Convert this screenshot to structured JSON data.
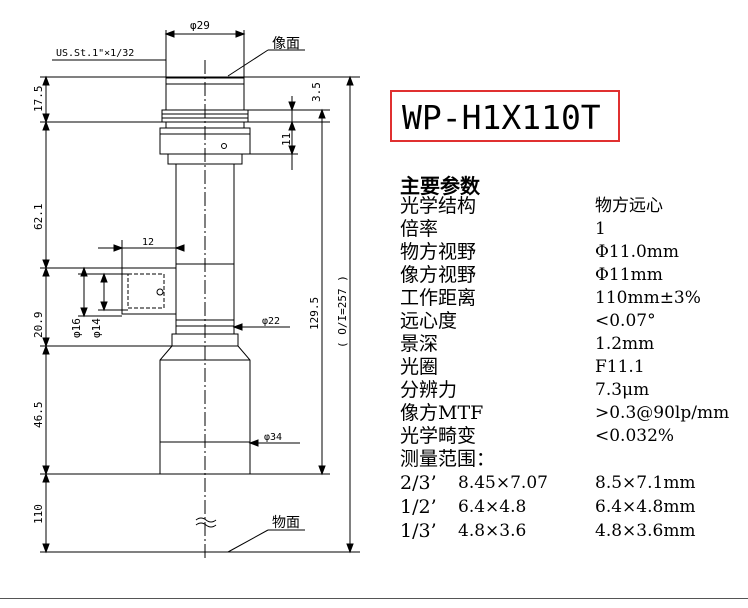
{
  "model": "WP-H1X110T",
  "drawing": {
    "phi29": "φ29",
    "image_plane": "像面",
    "object_plane": "物面",
    "mount": "US.St.1\"×1/32",
    "d_3_5": "3.5",
    "d_17_5": "17.5",
    "d_11": "11",
    "d_62_1": "62.1",
    "d_12": "12",
    "d_20_9": "20.9",
    "d_phi16": "φ16",
    "d_phi14": "φ14",
    "d_phi22": "φ22",
    "d_129_5": "129.5",
    "d_0_257": "( O/I=257 )",
    "d_46_5": "46.5",
    "d_phi34": "φ34",
    "d_110": "110"
  },
  "specs": {
    "heading": "主要参数",
    "rows": [
      {
        "label": "光学结构",
        "value": "物方远心"
      },
      {
        "label": "倍率",
        "value": "1"
      },
      {
        "label": "物方视野",
        "value": "Φ11.0mm"
      },
      {
        "label": "像方视野",
        "value": "Φ11mm"
      },
      {
        "label": "工作距离",
        "value": "110mm±3%"
      },
      {
        "label": "远心度",
        "value": "<0.07°"
      },
      {
        "label": "景深",
        "value": "1.2mm"
      },
      {
        "label": "光圈",
        "value": "F11.1"
      },
      {
        "label": "分辨力",
        "value": "7.3μm"
      },
      {
        "label": "像方MTF",
        "value": ">0.3@90lp/mm"
      },
      {
        "label": "光学畸变",
        "value": "<0.032%"
      }
    ],
    "range_heading": "测量范围：",
    "ranges": [
      {
        "sensor": "2/3’",
        "size": "8.45×7.07",
        "value": "8.5×7.1mm"
      },
      {
        "sensor": "1/2’",
        "size": "6.4×4.8",
        "value": "6.4×4.8mm"
      },
      {
        "sensor": "1/3’",
        "size": "4.8×3.6",
        "value": "4.8×3.6mm"
      }
    ]
  }
}
